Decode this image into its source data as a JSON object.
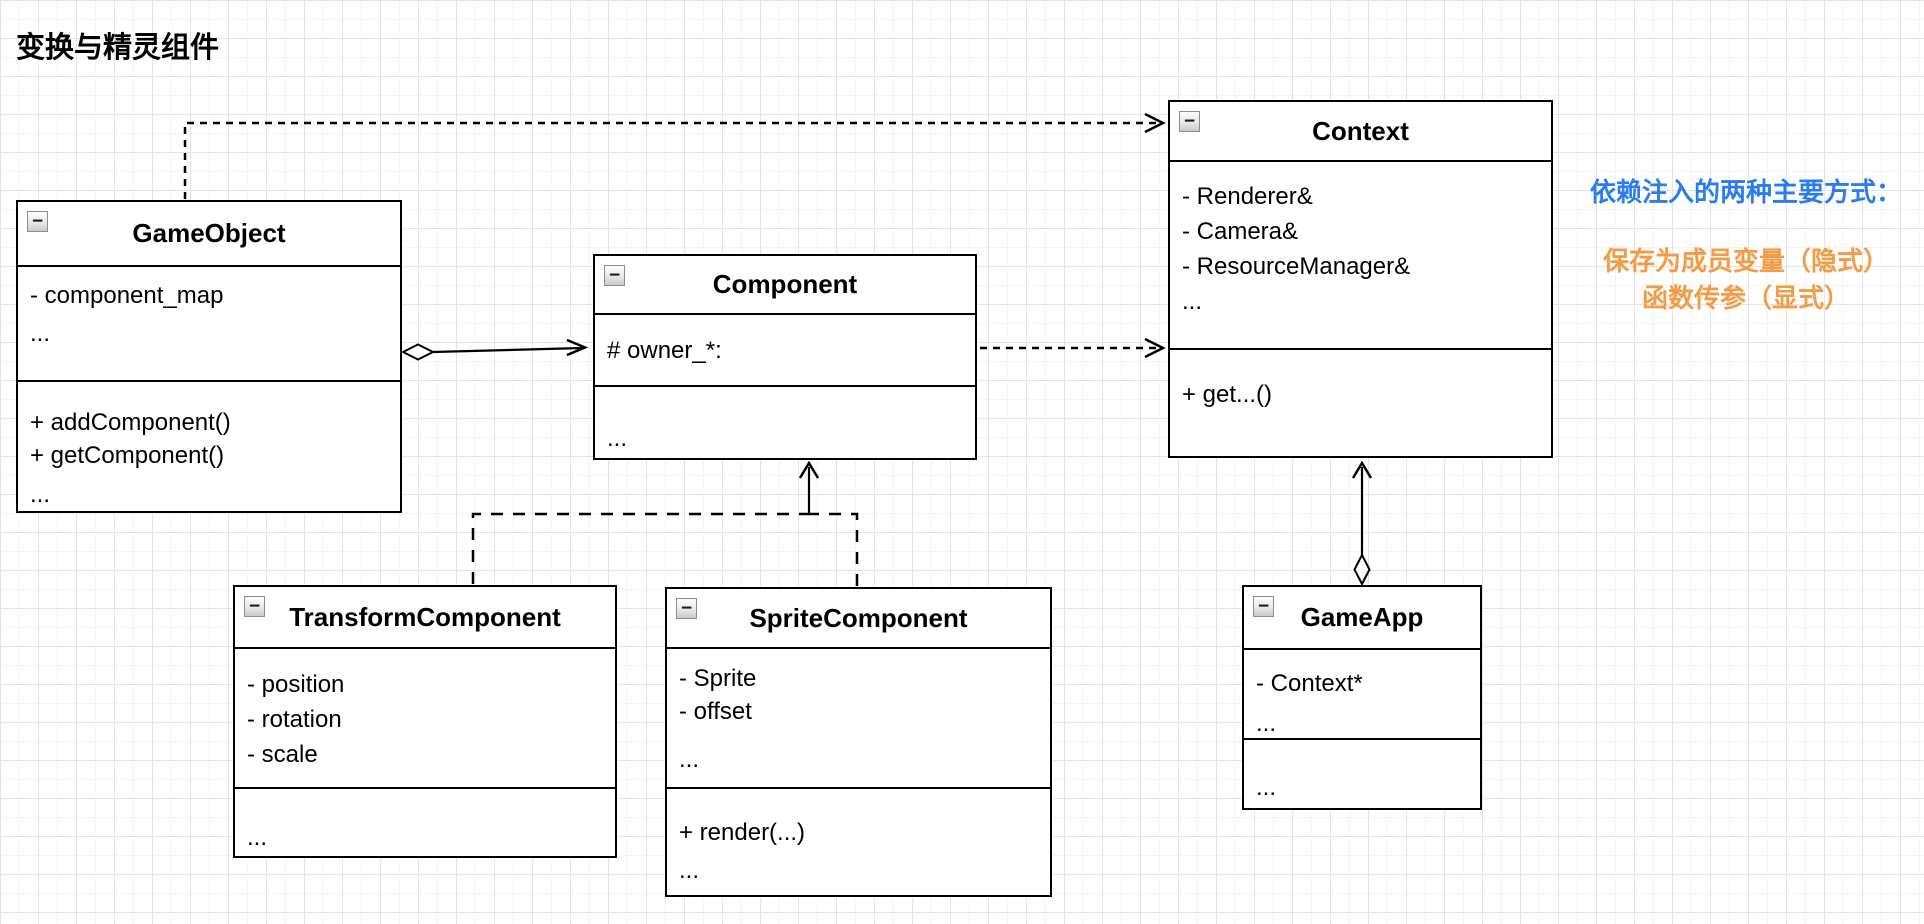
{
  "page": {
    "title": "变换与精灵组件"
  },
  "annotations": {
    "blue_heading": "依赖注入的两种主要方式：",
    "orange_line1": "保存为成员变量（隐式）",
    "orange_line2": "函数传参（显式）"
  },
  "colors": {
    "heading_blue": "#2B7CF0",
    "note_orange": "#F59B45",
    "shape_stroke": "#000000",
    "grid_major": "#e4e4e4",
    "grid_minor": "#f4f4f4"
  },
  "icons": {
    "collapse_glyph": "−"
  },
  "classes": [
    {
      "name": "GameObject",
      "attributes": [
        "- component_map",
        "..."
      ],
      "methods": [
        "+ addComponent()",
        "+ getComponent()",
        "..."
      ]
    },
    {
      "name": "Component",
      "attributes": [
        "# owner_*:"
      ],
      "methods": [
        "..."
      ]
    },
    {
      "name": "Context",
      "attributes": [
        "- Renderer&",
        "- Camera&",
        "- ResourceManager&",
        "..."
      ],
      "methods": [
        "+ get...()"
      ]
    },
    {
      "name": "TransformComponent",
      "attributes": [
        "- position",
        "- rotation",
        "- scale"
      ],
      "methods": [
        "..."
      ]
    },
    {
      "name": "SpriteComponent",
      "attributes": [
        "- Sprite",
        "- offset",
        "..."
      ],
      "methods": [
        "+ render(...)",
        "..."
      ]
    },
    {
      "name": "GameApp",
      "attributes": [
        "- Context*",
        "..."
      ],
      "methods": [
        "..."
      ]
    }
  ]
}
